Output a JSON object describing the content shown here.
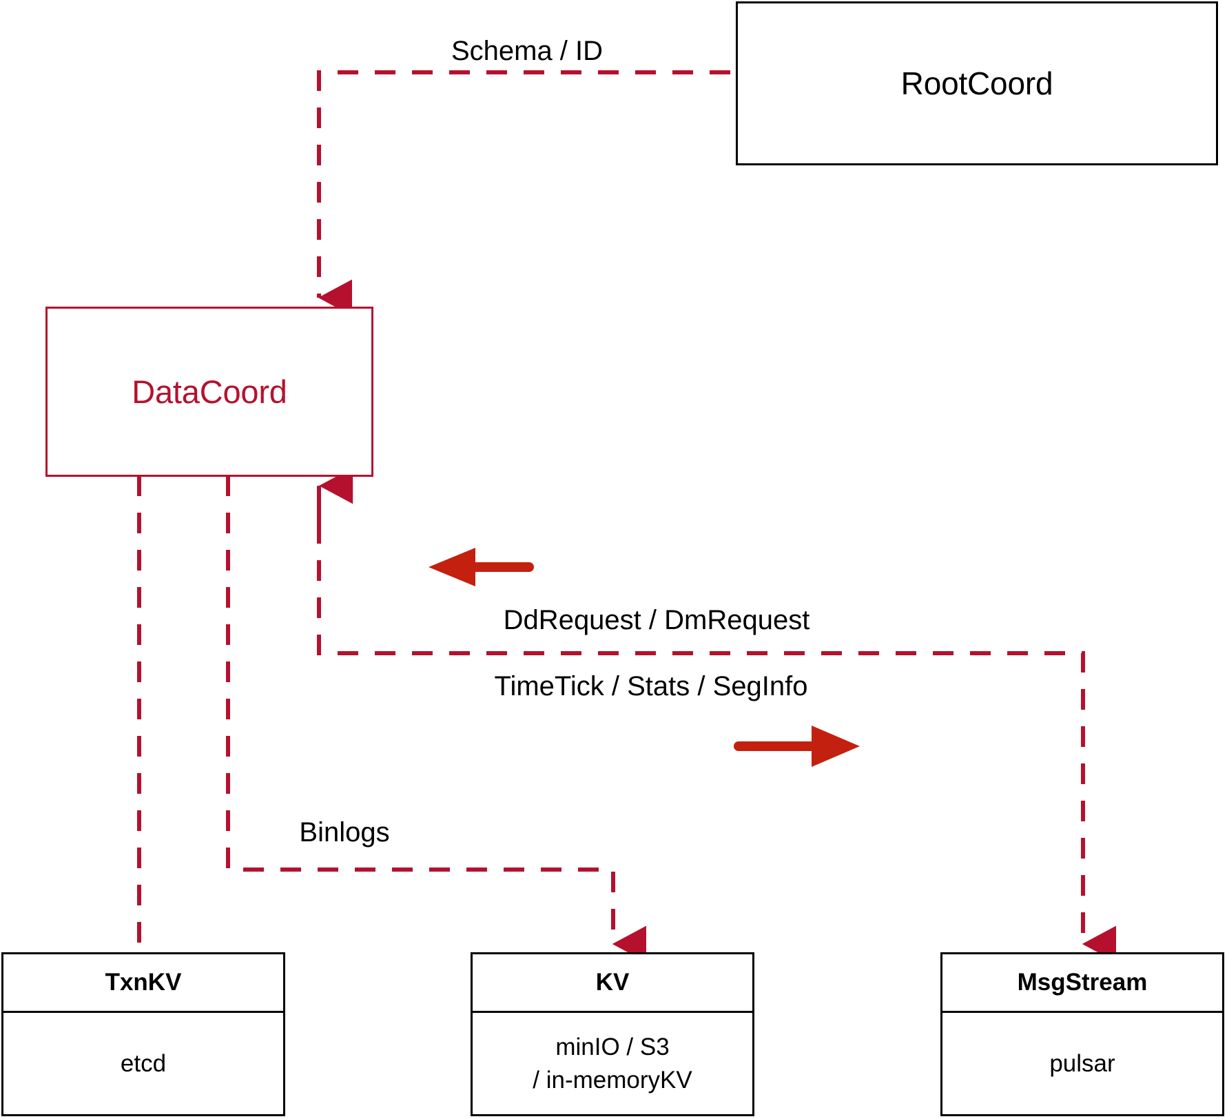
{
  "diagram": {
    "title_visible": false,
    "colors": {
      "accent_red": "#B5112E",
      "arrow_red": "#C4200F",
      "node_border": "#000000",
      "background": "#FFFFFF"
    },
    "nodes": {
      "rootcoord": {
        "label": "RootCoord"
      },
      "datacoord": {
        "label": "DataCoord"
      },
      "txnkv": {
        "title": "TxnKV",
        "detail_line1": "etcd",
        "detail_line2": ""
      },
      "kv": {
        "title": "KV",
        "detail_line1": "minIO / S3",
        "detail_line2": "/ in-memoryKV"
      },
      "msgstream": {
        "title": "MsgStream",
        "detail_line1": "pulsar",
        "detail_line2": ""
      }
    },
    "edge_labels": {
      "schema_id": "Schema / ID",
      "dd_dm_request": "DdRequest / DmRequest",
      "timetick_stats_seginfo": "TimeTick / Stats / SegInfo",
      "binlogs": "Binlogs"
    }
  }
}
